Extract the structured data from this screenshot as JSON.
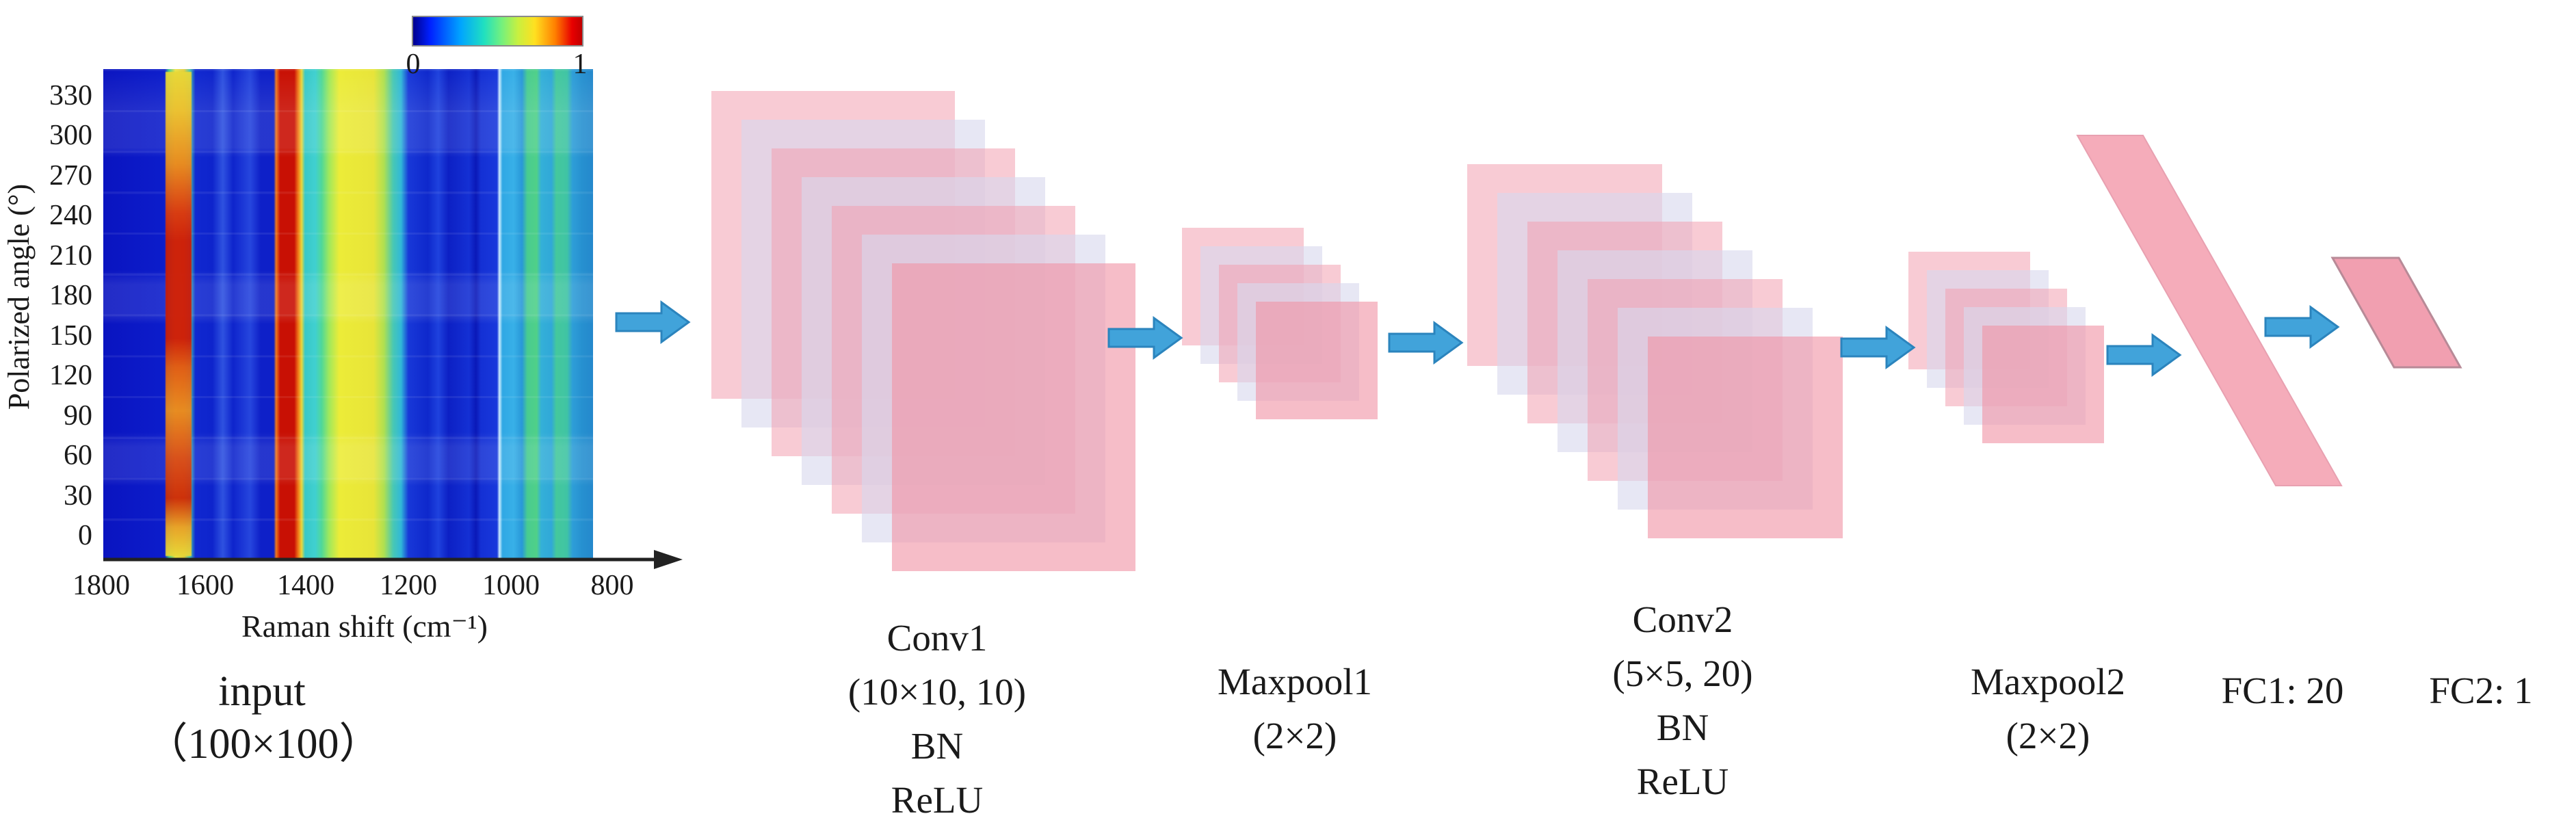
{
  "input_block": {
    "caption_line1": "input",
    "caption_line2": "（100×100）",
    "plot": {
      "ylabel": "Polarized angle (°)",
      "xlabel": "Raman shift (cm⁻¹)",
      "yticks": [
        "330",
        "300",
        "270",
        "240",
        "210",
        "180",
        "150",
        "120",
        "90",
        "60",
        "30",
        "0"
      ],
      "xticks": [
        "1800",
        "1600",
        "1400",
        "1200",
        "1000",
        "800"
      ],
      "colorbar": {
        "min_label": "0",
        "max_label": "1"
      }
    }
  },
  "stages": [
    {
      "id": "conv1",
      "lines": [
        "Conv1",
        "(10×10, 10)",
        "BN",
        "ReLU"
      ]
    },
    {
      "id": "maxpool1",
      "lines": [
        "Maxpool1",
        "(2×2)"
      ]
    },
    {
      "id": "conv2",
      "lines": [
        "Conv2",
        "(5×5, 20)",
        "BN",
        "ReLU"
      ]
    },
    {
      "id": "maxpool2",
      "lines": [
        "Maxpool2",
        "(2×2)"
      ]
    },
    {
      "id": "fc1",
      "lines": [
        "FC1: 20"
      ]
    },
    {
      "id": "fc2",
      "lines": [
        "FC2: 1"
      ]
    }
  ],
  "colors": {
    "arrow_fill": "#41a3da",
    "arrow_border": "#2b84bd",
    "feature_map_pink": "#f3a0b0",
    "feature_map_lavender": "#d8d8ee",
    "fc_band_pink": "#f5acba",
    "fc2_border": "#b88a97"
  },
  "chart_data": {
    "type": "heatmap",
    "xlabel": "Raman shift (cm⁻¹)",
    "ylabel": "Polarized angle (°)",
    "x_ticks": [
      1800,
      1600,
      1400,
      1200,
      1000,
      800
    ],
    "x_axis_reversed": true,
    "y_ticks": [
      330,
      300,
      270,
      240,
      210,
      180,
      150,
      120,
      90,
      60,
      30,
      0
    ],
    "colorbar_range": [
      0,
      1
    ],
    "colormap": "jet",
    "grid_size": "100×100",
    "notable_bands": [
      {
        "raman_shift": 1650,
        "reading": "high (red) for polarized angles ~150–240°, yellow/orange elsewhere"
      },
      {
        "raman_shift": 1440,
        "reading": "very high (dark red) at all angles"
      },
      {
        "raman_shift": 1300,
        "reading": "medium-high yellow-green band at all angles"
      },
      {
        "raman_shift": 1020,
        "reading": "near-zero narrow white line"
      },
      {
        "raman_shift": 950,
        "reading": "medium green streak"
      },
      {
        "raman_shift": 890,
        "reading": "medium green streak"
      }
    ]
  }
}
